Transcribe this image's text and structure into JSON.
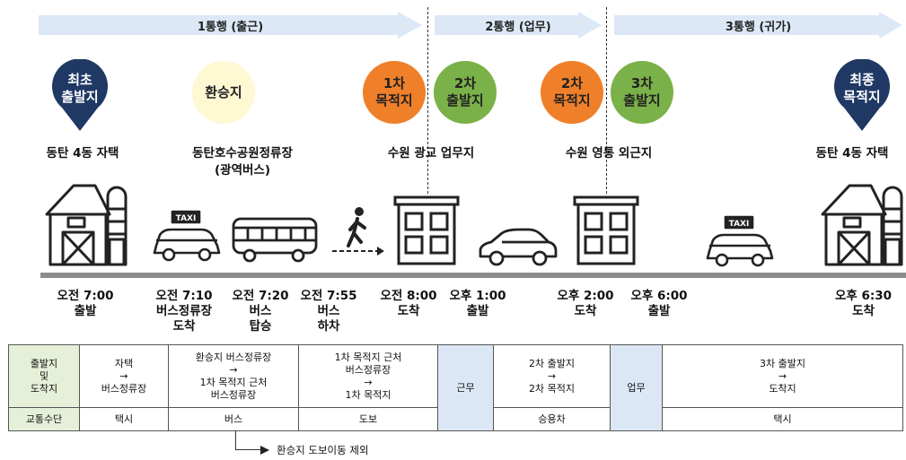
{
  "phases": [
    {
      "label": "1통행 (출근)"
    },
    {
      "label": "2통행 (업무)"
    },
    {
      "label": "3통행 (귀가)"
    }
  ],
  "markers": {
    "first_origin": "최초\n출발지",
    "transfer": "환승지",
    "dest1": "1차\n목적지",
    "origin2": "2차\n출발지",
    "dest2": "2차\n목적지",
    "origin3": "3차\n출발지",
    "final_dest": "최종\n목적지"
  },
  "places": {
    "home_start": "동탄 4동 자택",
    "bus_stop": "동탄호수공원정류장\n(광역버스)",
    "office": "수원 광교 업무지",
    "field": "수원 영통 외근지",
    "home_end": "동탄 4동 자택"
  },
  "icons": {
    "home1": "barn-house-icon",
    "taxi1": "taxi-icon",
    "bus": "bus-icon",
    "walk": "walking-person-icon",
    "building1": "office-building-icon",
    "car": "car-icon",
    "building2": "office-building-icon",
    "taxi2": "taxi-icon",
    "home2": "barn-house-icon"
  },
  "taxi_sign": "TAXI",
  "times": [
    "오전 7:00\n출발",
    "오전 7:10\n버스정류장\n도착",
    "오전 7:20\n버스\n탑승",
    "오전 7:55\n버스\n하차",
    "오전 8:00\n도착",
    "오후 1:00\n출발",
    "오후 2:00\n도착",
    "오후 6:00\n출발",
    "오후 6:30\n도착"
  ],
  "table": {
    "row1_header": "출발지\n및\n도착지",
    "row2_header": "교통수단",
    "seg1_route": "자택\n→\n버스정류장",
    "seg2_route": "환승지 버스정류장\n→\n1차 목적지 근처\n버스정류장",
    "seg3_route": "1차 목적지 근처\n버스정류장\n→\n1차 목적지",
    "work": "근무",
    "seg4_route": "2차 출발지\n→\n2차 목적지",
    "business": "업무",
    "seg5_route": "3차 출발지\n→\n도착지",
    "mode1": "택시",
    "mode2": "버스",
    "mode3": "도보",
    "mode4": "승용차",
    "mode5": "택시"
  },
  "footnote": "환승지 도보이동 제외",
  "colors": {
    "arrow": "#dce8f6",
    "pin": "#1f3864",
    "transfer": "#fef9d3",
    "orange": "#f07f2a",
    "green": "#7ab148",
    "road": "#8c8c8c",
    "header_cell": "#e6f0d9",
    "blue_cell": "#dce7f5"
  }
}
